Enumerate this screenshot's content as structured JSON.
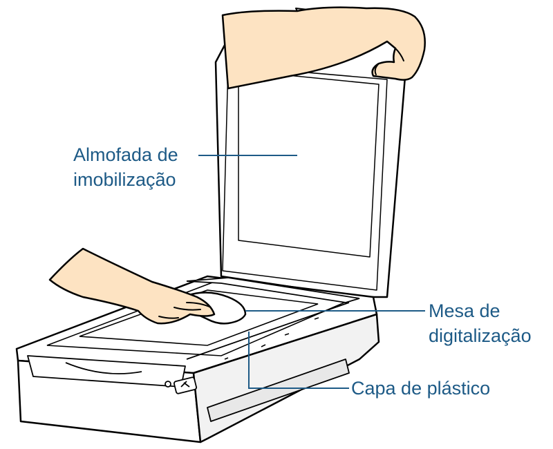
{
  "colors": {
    "callout_text": "#1d5a86",
    "leader_line": "#1d5a86",
    "outline": "#000000",
    "skin": "#fde3c2",
    "scanner_body": "#ffffff",
    "scanner_shade": "#e8e8e8"
  },
  "labels": {
    "pad": {
      "line1": "Almofada de",
      "line2": "imobilização"
    },
    "glass": {
      "line1": "Mesa de",
      "line2": "digitalização"
    },
    "cover": {
      "line1": "Capa de plástico"
    }
  },
  "icons": {
    "power_button": "power-icon",
    "led": "status-led-icon"
  }
}
